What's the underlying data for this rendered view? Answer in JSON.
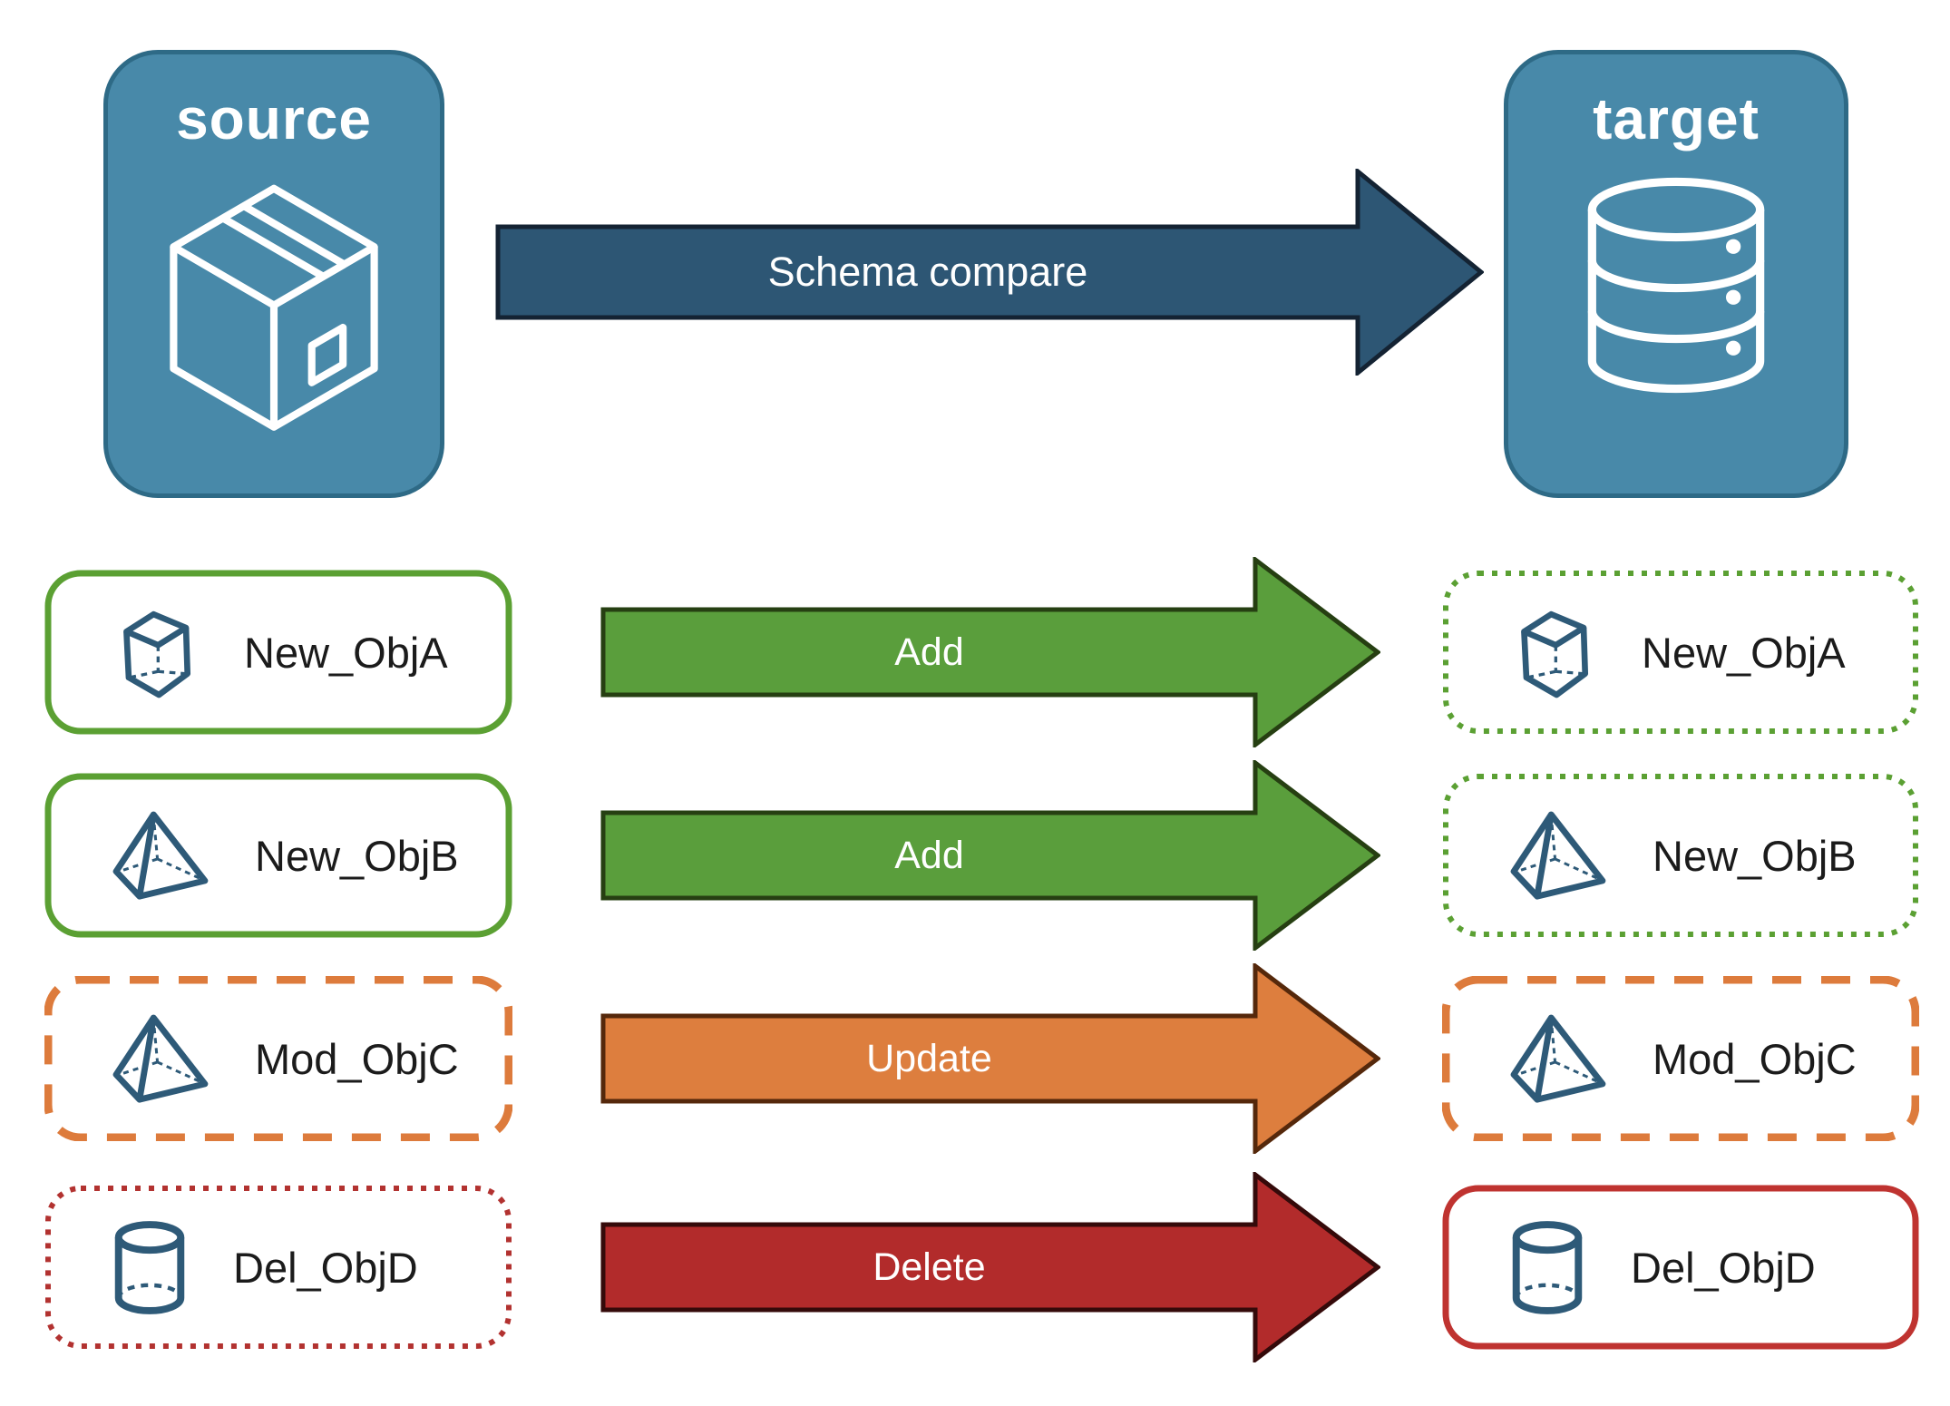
{
  "diagram": {
    "source": {
      "label": "source",
      "icon": "package-icon"
    },
    "target": {
      "label": "target",
      "icon": "database-icon"
    },
    "compare": {
      "label": "Schema compare"
    }
  },
  "rows": [
    {
      "name": "New_ObjA",
      "action": "Add",
      "icon": "cube-icon",
      "source_style": "solid-green",
      "target_style": "dotted-green"
    },
    {
      "name": "New_ObjB",
      "action": "Add",
      "icon": "pyramid-icon",
      "source_style": "solid-green",
      "target_style": "dotted-green"
    },
    {
      "name": "Mod_ObjC",
      "action": "Update",
      "icon": "pyramid-icon",
      "source_style": "dashed-orange",
      "target_style": "dashed-orange"
    },
    {
      "name": "Del_ObjD",
      "action": "Delete",
      "icon": "cylinder-icon",
      "source_style": "dotted-red",
      "target_style": "solid-red"
    }
  ],
  "colors": {
    "node_fill": "#4889a9",
    "node_border": "#2e6a86",
    "compare_arrow_fill": "#2d5674",
    "compare_arrow_border": "#142333",
    "add_arrow_fill": "#5a9e3c",
    "add_arrow_border": "#263f12",
    "update_arrow_fill": "#dd7e3e",
    "update_arrow_border": "#55280b",
    "delete_arrow_fill": "#b22b2b",
    "delete_arrow_border": "#350a0a",
    "outline_green": "#5ba033",
    "outline_orange": "#dd7b3c",
    "outline_red": "#b23230",
    "icon_blue": "#2e5a78",
    "label_text": "#1b1b1b",
    "arrow_text": "#ffffff"
  }
}
